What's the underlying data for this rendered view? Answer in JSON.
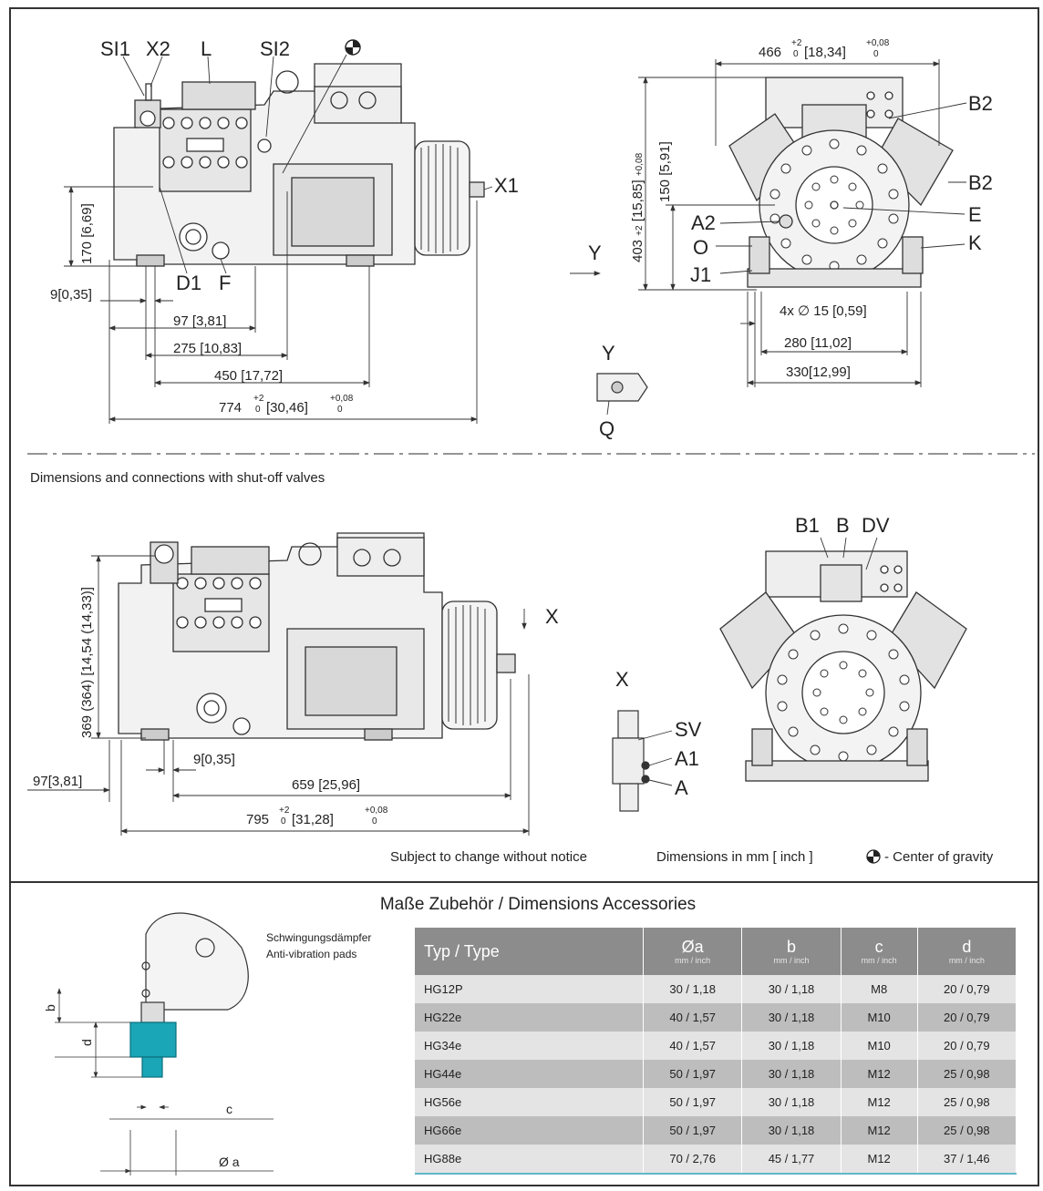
{
  "top_section": {
    "labels": {
      "si1": "SI1",
      "x2": "X2",
      "l": "L",
      "si2": "SI2",
      "x1": "X1",
      "d1": "D1",
      "f": "F",
      "b2_top": "B2",
      "b2_mid": "B2",
      "a2": "A2",
      "e": "E",
      "o": "O",
      "k": "K",
      "j1": "J1",
      "y_arrow": "Y",
      "y_detail": "Y",
      "q": "Q"
    },
    "dims": {
      "d170": "170",
      "d170_in": "6,69",
      "d9": "9",
      "d9_in": "0,35",
      "d97": "97",
      "d97_in": "3,81",
      "d275": "275",
      "d275_in": "10,83",
      "d450": "450",
      "d450_in": "17,72",
      "d774": "774",
      "d774_in": "30,46",
      "d466": "466",
      "d466_in": "18,34",
      "d150": "150",
      "d150_in": "5,91",
      "d403": "403",
      "d403_in": "15,85",
      "holes": "4x ∅ 15",
      "holes_in": "0,59",
      "d280": "280",
      "d280_in": "11,02",
      "d330": "330",
      "d330_in": "12,99",
      "tol_plus": "+2",
      "tol_zero": "0",
      "tol_in_plus": "+0,08",
      "tol_in_zero": "0"
    }
  },
  "caption_valves": "Dimensions and connections with shut-off valves",
  "bottom_section": {
    "labels": {
      "b1": "B1",
      "b": "B",
      "dv": "DV",
      "x_arrow": "X",
      "x_detail": "X",
      "sv": "SV",
      "a1": "A1",
      "a": "A"
    },
    "dims": {
      "d369": "369 (364) [14,54 (14,33)]",
      "d9": "9",
      "d9_in": "0,35",
      "d97": "97",
      "d97_in": "3,81",
      "d659": "659",
      "d659_in": "25,96",
      "d795": "795",
      "d795_in": "31,28"
    }
  },
  "footer_notes": {
    "subject": "Subject to change without notice",
    "dimensions": "Dimensions in mm [ inch ]",
    "cog": "- Center of gravity"
  },
  "accessories": {
    "title": "Maße Zubehör / Dimensions Accessories",
    "pad_label_de": "Schwingungsdämpfer",
    "pad_label_en": "Anti-vibration pads",
    "pad_letters": {
      "b": "b",
      "d": "d",
      "c": "c",
      "a": "Ø a"
    },
    "accent_color": "#1aa6b7",
    "columns": [
      {
        "h1": "Typ / Type",
        "h2": ""
      },
      {
        "h1": "Øa",
        "h2": "mm / inch"
      },
      {
        "h1": "b",
        "h2": "mm / inch"
      },
      {
        "h1": "c",
        "h2": "mm / inch"
      },
      {
        "h1": "d",
        "h2": "mm / inch"
      }
    ],
    "rows": [
      [
        "HG12P",
        "30 / 1,18",
        "30 / 1,18",
        "M8",
        "20 / 0,79"
      ],
      [
        "HG22e",
        "40 / 1,57",
        "30 / 1,18",
        "M10",
        "20 / 0,79"
      ],
      [
        "HG34e",
        "40 / 1,57",
        "30 / 1,18",
        "M10",
        "20 / 0,79"
      ],
      [
        "HG44e",
        "50 / 1,97",
        "30 / 1,18",
        "M12",
        "25 / 0,98"
      ],
      [
        "HG56e",
        "50 / 1,97",
        "30 / 1,18",
        "M12",
        "25 / 0,98"
      ],
      [
        "HG66e",
        "50 / 1,97",
        "30 / 1,18",
        "M12",
        "25 / 0,98"
      ],
      [
        "HG88e",
        "70 / 2,76",
        "45 / 1,77",
        "M12",
        "37 / 1,46"
      ]
    ]
  }
}
